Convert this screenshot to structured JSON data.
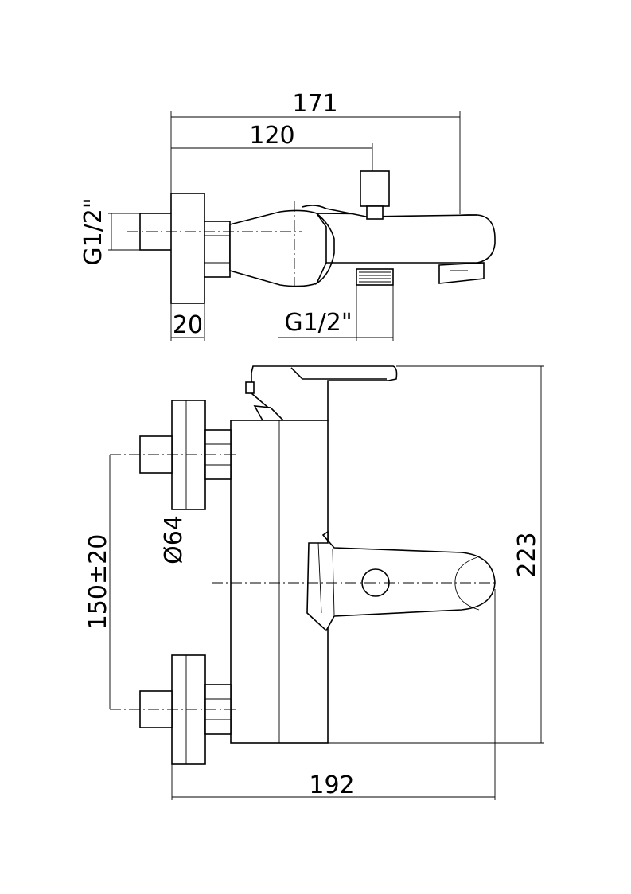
{
  "dimensions": {
    "overall_length_top": "171",
    "spout_offset": "120",
    "inlet_thread": "G1/2\"",
    "flange_depth": "20",
    "outlet_thread": "G1/2\"",
    "flange_diameter": "Ø64",
    "inlet_spacing": "150±20",
    "overall_height": "223",
    "overall_width": "192"
  }
}
